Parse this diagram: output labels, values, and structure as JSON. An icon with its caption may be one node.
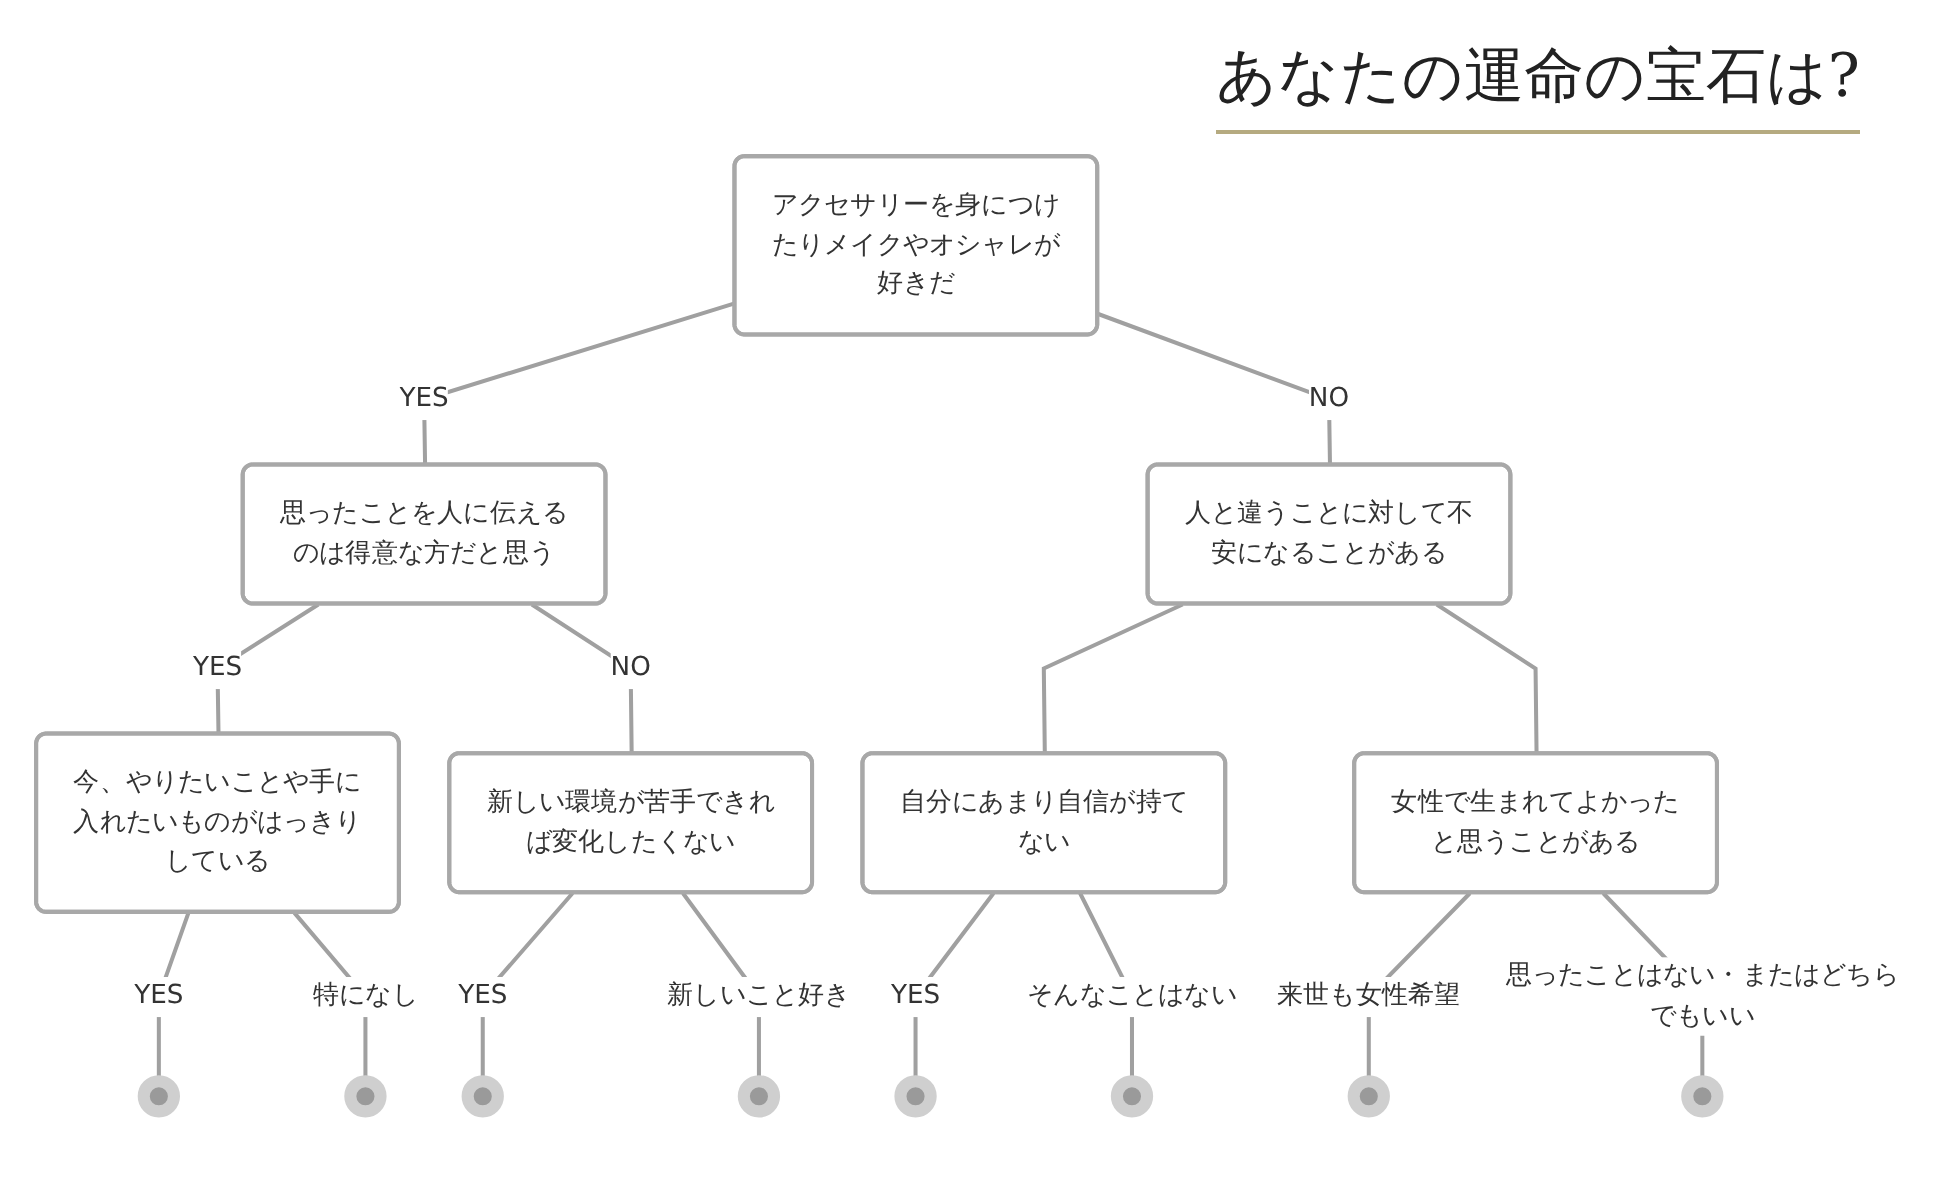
{
  "diagram": {
    "title": "あなたの運命の宝石は?",
    "nodes": [
      {
        "text": [
          "アクセサリーを身につけたりメイクやオシャレが好きだ"
        ]
      },
      {
        "text": [
          "思ったことを人に伝えるのは得意な方だと思う"
        ]
      },
      {
        "text": [
          "人と違うことに対して不安になることがある"
        ]
      },
      {
        "text": [
          "今、やりたいことや手に入れたいものがはっきりしている"
        ]
      },
      {
        "text": [
          "新しい環境が苦手できれば変化したくない"
        ]
      },
      {
        "text": [
          "自分にあまり自信が持てない"
        ]
      },
      {
        "text": [
          "女性で生まれてよかったと思うことがある"
        ]
      },
      {
        "text": [],
        "shape": "circle"
      },
      {
        "text": [],
        "shape": "circle"
      },
      {
        "text": [],
        "shape": "circle"
      },
      {
        "text": [],
        "shape": "circle"
      },
      {
        "text": [],
        "shape": "circle"
      },
      {
        "text": [],
        "shape": "circle"
      },
      {
        "text": [],
        "shape": "circle"
      },
      {
        "text": [],
        "shape": "circle"
      }
    ],
    "edges": [
      {
        "from": 0,
        "to": 1,
        "arrow": "none",
        "label": "YES"
      },
      {
        "from": 0,
        "to": 2,
        "arrow": "none",
        "label": "NO"
      },
      {
        "from": 1,
        "to": 3,
        "arrow": "none",
        "label": "YES"
      },
      {
        "from": 1,
        "to": 4,
        "arrow": "none",
        "label": "NO"
      },
      {
        "from": 2,
        "to": 5,
        "arrow": "none"
      },
      {
        "from": 2,
        "to": 6,
        "arrow": "none"
      },
      {
        "from": 3,
        "to": 7,
        "arrow": "none",
        "label": "YES"
      },
      {
        "from": 3,
        "to": 8,
        "arrow": "none",
        "label": "特になし"
      },
      {
        "from": 4,
        "to": 9,
        "arrow": "none",
        "label": "YES"
      },
      {
        "from": 4,
        "to": 10,
        "arrow": "none",
        "label": "新しいこと好き"
      },
      {
        "from": 5,
        "to": 11,
        "arrow": "none",
        "label": "YES"
      },
      {
        "from": 5,
        "to": 12,
        "arrow": "none",
        "label": "そんなことはない"
      },
      {
        "from": 6,
        "to": 13,
        "arrow": "none",
        "label": "来世も女性希望"
      },
      {
        "from": 6,
        "to": 14,
        "arrow": "none",
        "label": "思ったことはない・またはどちらでもいい"
      }
    ]
  }
}
